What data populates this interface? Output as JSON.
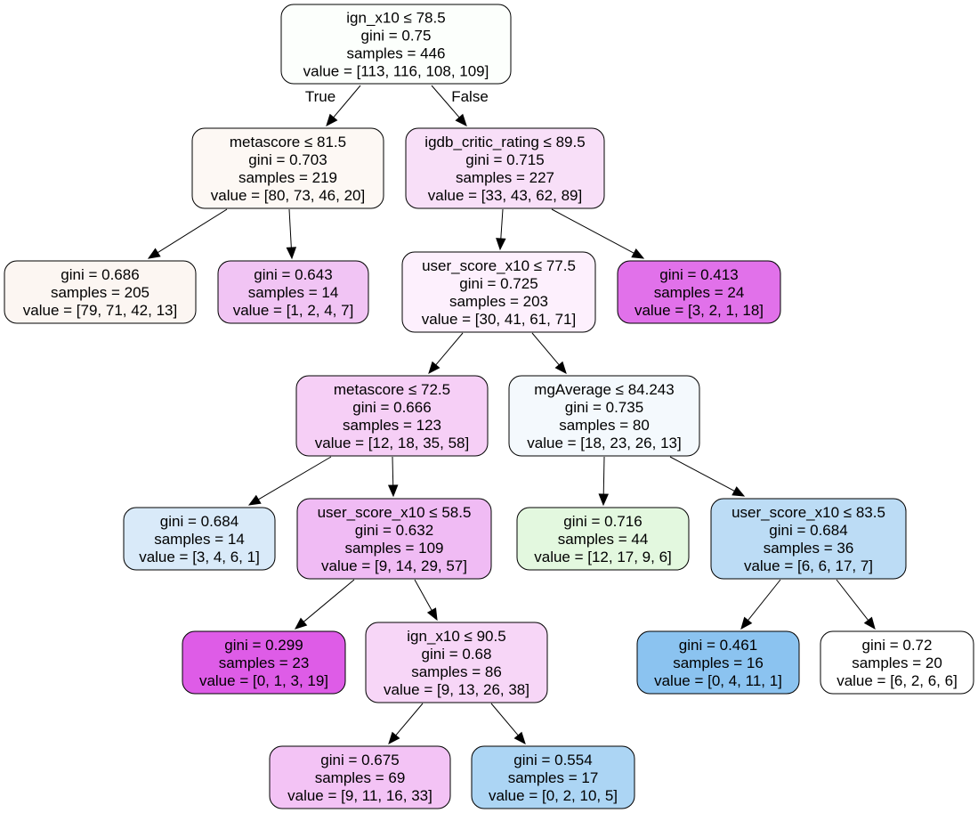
{
  "tree": {
    "root": {
      "lines": [
        "ign_x10 ≤ 78.5",
        "gini = 0.75",
        "samples = 446",
        "value = [113, 116, 108, 109]"
      ],
      "color": "#fcfffc"
    },
    "n1": {
      "lines": [
        "metascore ≤ 81.5",
        "gini = 0.703",
        "samples = 219",
        "value = [80, 73, 46, 20]"
      ],
      "color": "#fdf8f4"
    },
    "n2": {
      "lines": [
        "igdb_critic_rating ≤ 89.5",
        "gini = 0.715",
        "samples = 227",
        "value = [33, 43, 62, 89]"
      ],
      "color": "#f8dff8"
    },
    "n3": {
      "lines": [
        "gini = 0.686",
        "samples = 205",
        "value = [79, 71, 42, 13]"
      ],
      "color": "#fcf6f2"
    },
    "n4": {
      "lines": [
        "gini = 0.643",
        "samples = 14",
        "value = [1, 2, 4, 7]"
      ],
      "color": "#f1c4f4"
    },
    "n5": {
      "lines": [
        "user_score_x10 ≤ 77.5",
        "gini = 0.725",
        "samples = 203",
        "value = [30, 41, 61, 71]"
      ],
      "color": "#fdf0fd"
    },
    "n6": {
      "lines": [
        "gini = 0.413",
        "samples = 24",
        "value = [3, 2, 1, 18]"
      ],
      "color": "#e171ea"
    },
    "n7": {
      "lines": [
        "metascore ≤ 72.5",
        "gini = 0.666",
        "samples = 123",
        "value = [12, 18, 35, 58]"
      ],
      "color": "#f6cff6"
    },
    "n8": {
      "lines": [
        "mgAverage ≤ 84.243",
        "gini = 0.735",
        "samples = 80",
        "value = [18, 23, 26, 13]"
      ],
      "color": "#f4f9fd"
    },
    "n9": {
      "lines": [
        "gini = 0.684",
        "samples = 14",
        "value = [3, 4, 6, 1]"
      ],
      "color": "#d9eaf9"
    },
    "n10": {
      "lines": [
        "user_score_x10 ≤ 58.5",
        "gini = 0.632",
        "samples = 109",
        "value = [9, 14, 29, 57]"
      ],
      "color": "#f0bbf4"
    },
    "n11": {
      "lines": [
        "gini = 0.716",
        "samples = 44",
        "value = [12, 17, 9, 6]"
      ],
      "color": "#e3f8df"
    },
    "n12": {
      "lines": [
        "user_score_x10 ≤ 83.5",
        "gini = 0.684",
        "samples = 36",
        "value = [6, 6, 17, 7]"
      ],
      "color": "#bcdcf5"
    },
    "n13": {
      "lines": [
        "gini = 0.299",
        "samples = 23",
        "value = [0, 1, 3, 19]"
      ],
      "color": "#de5ce7"
    },
    "n14": {
      "lines": [
        "ign_x10 ≤ 90.5",
        "gini = 0.68",
        "samples = 86",
        "value = [9, 13, 26, 38]"
      ],
      "color": "#f7d6f7"
    },
    "n15": {
      "lines": [
        "gini = 0.461",
        "samples = 16",
        "value = [0, 4, 11, 1]"
      ],
      "color": "#8bc3f0"
    },
    "n16": {
      "lines": [
        "gini = 0.72",
        "samples = 20",
        "value = [6, 2, 6, 6]"
      ],
      "color": "#ffffff"
    },
    "n17": {
      "lines": [
        "gini = 0.675",
        "samples = 69",
        "value = [9, 11, 16, 33]"
      ],
      "color": "#f3c3f5"
    },
    "n18": {
      "lines": [
        "gini = 0.554",
        "samples = 17",
        "value = [0, 2, 10, 5]"
      ],
      "color": "#acd5f4"
    }
  },
  "edge_labels": {
    "left": "True",
    "right": "False"
  }
}
